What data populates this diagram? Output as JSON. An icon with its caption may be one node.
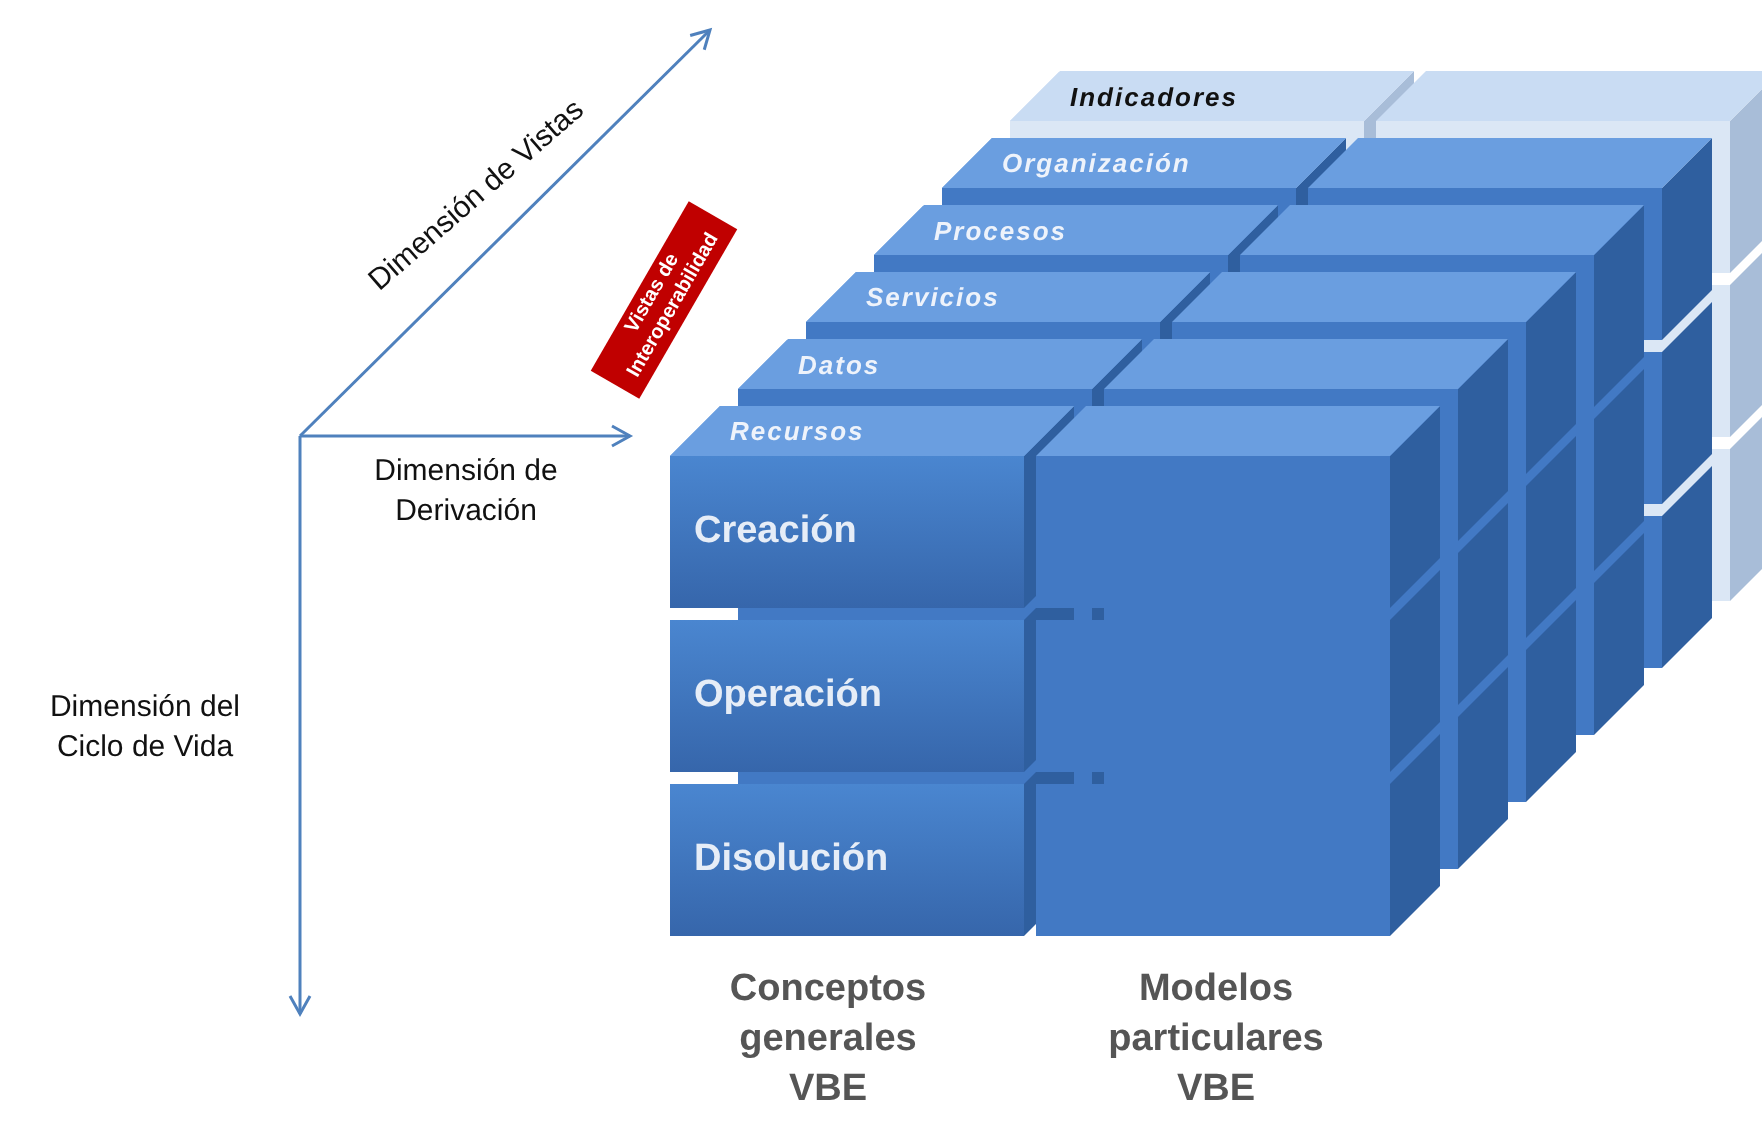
{
  "diagram": {
    "nodes": [
      {
        "text": [
          "Indicadores"
        ]
      },
      {
        "text": [
          "Organización"
        ]
      },
      {
        "text": [
          "Vistas de Interoperabilidad"
        ]
      },
      {
        "text": [
          "Procesos"
        ]
      },
      {
        "text": [
          "Servicios"
        ]
      },
      {
        "text": [
          "Datos"
        ]
      },
      {
        "text": [
          "Recursos"
        ]
      },
      {
        "text": [
          "Creación"
        ]
      },
      {
        "text": [
          "Operación"
        ]
      },
      {
        "text": [
          "Disolución"
        ]
      }
    ],
    "labels": [
      "Dimensión de Vistas",
      "Dimensión de Derivación",
      "Dimensión del Ciclo de Vida",
      "Conceptos generales VBE",
      "Modelos particulares VBE"
    ]
  }
}
